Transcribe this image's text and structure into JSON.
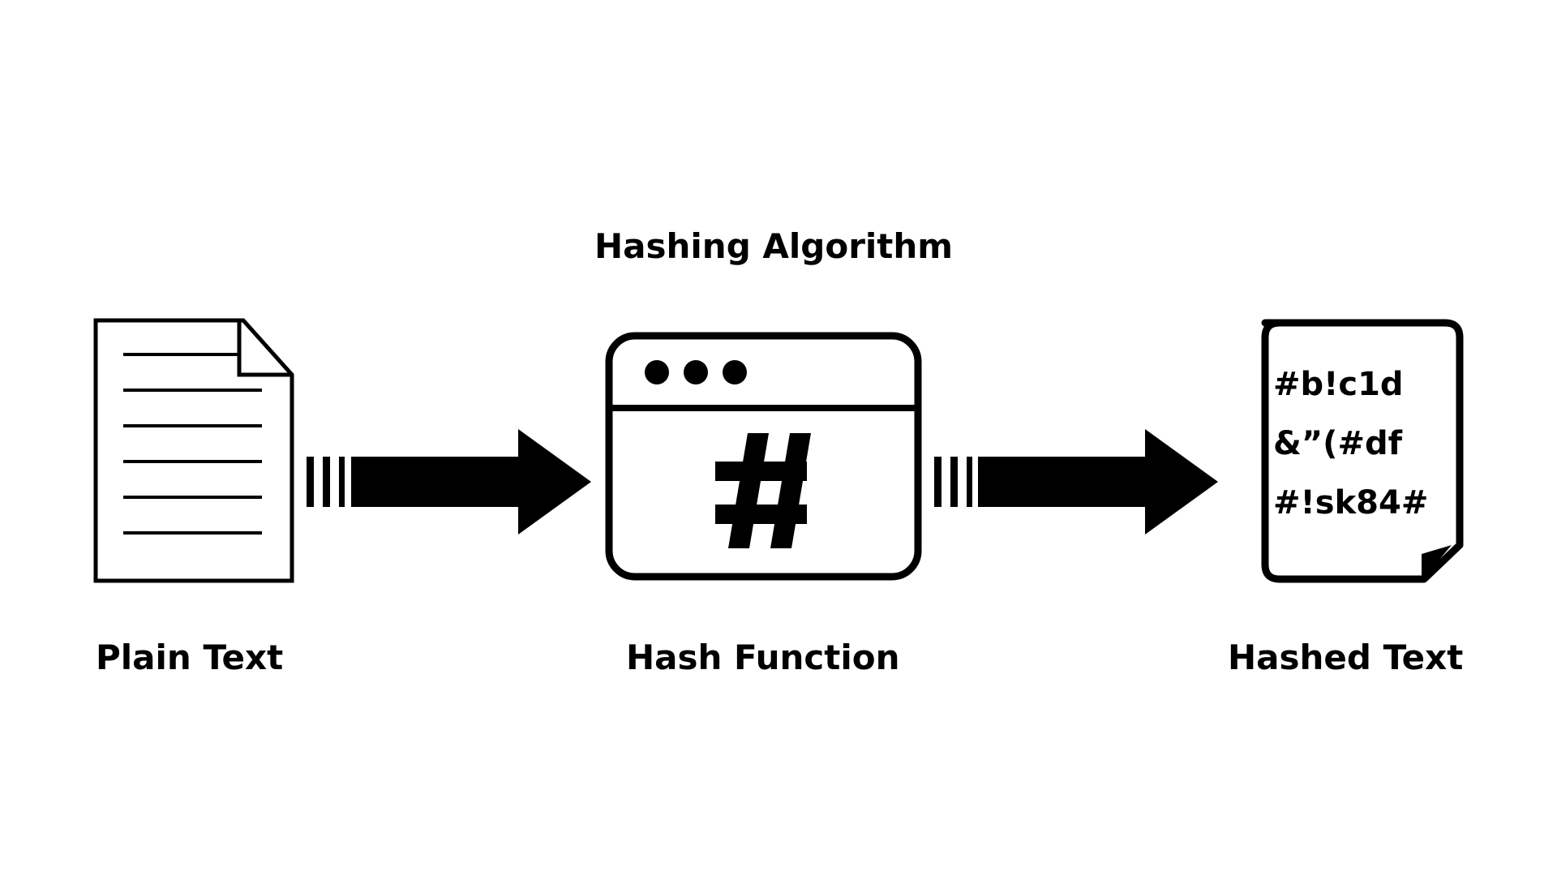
{
  "diagram": {
    "title": "Hashing Algorithm",
    "nodes": [
      {
        "label": "Plain Text",
        "icon": "document-icon"
      },
      {
        "label": "Hash Function",
        "icon": "hash-window-icon",
        "symbol": "#"
      },
      {
        "label": "Hashed Text",
        "icon": "hashed-document-icon",
        "content": [
          "#b!c1d",
          "&”(#df",
          "#!sk84#"
        ]
      }
    ],
    "edges": [
      {
        "from": "Plain Text",
        "to": "Hash Function",
        "style": "arrow-right"
      },
      {
        "from": "Hash Function",
        "to": "Hashed Text",
        "style": "arrow-right"
      }
    ],
    "colors": {
      "foreground": "#000000",
      "background": "#ffffff"
    }
  }
}
